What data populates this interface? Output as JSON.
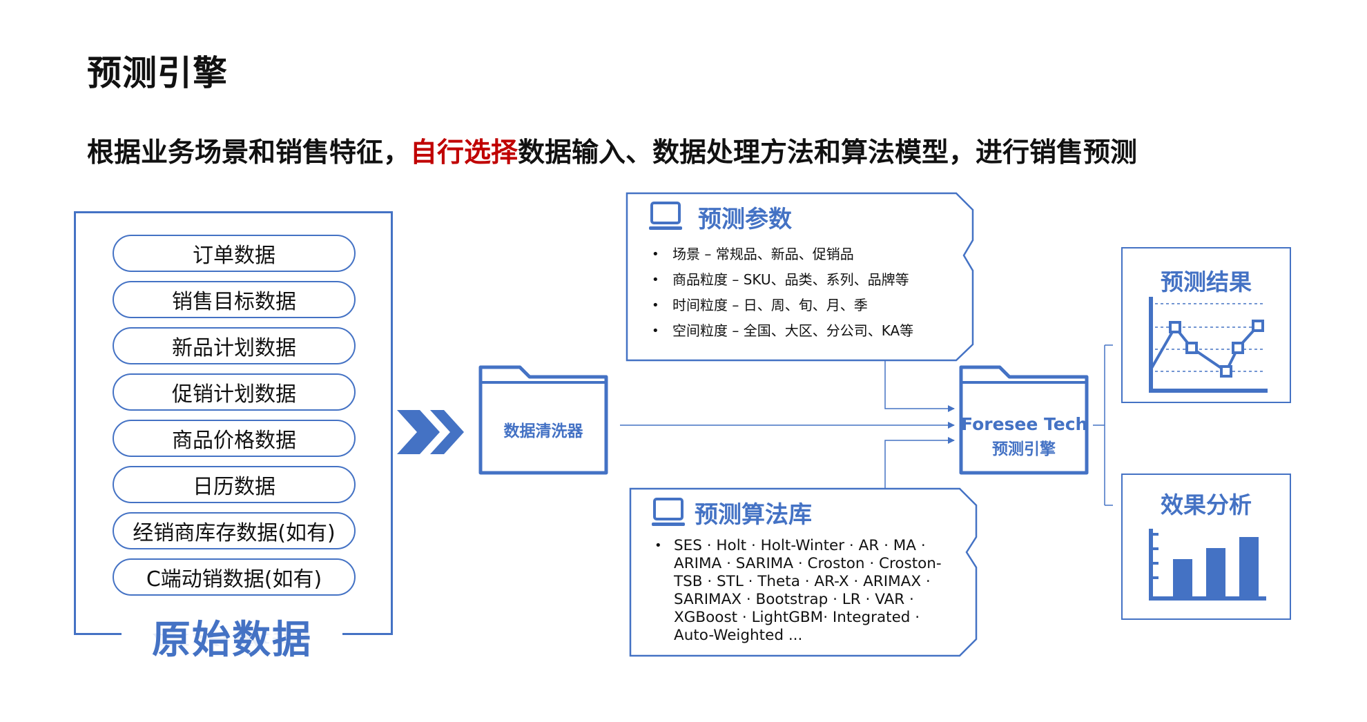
{
  "title": "预测引擎",
  "subtitle": {
    "part1": "根据业务场景和销售特征，",
    "highlight": "自行选择",
    "part2": "数据输入、数据处理方法和算法模型，进行销售预测"
  },
  "raw_data": {
    "label": "原始数据",
    "items": [
      "订单数据",
      "销售目标数据",
      "新品计划数据",
      "促销计划数据",
      "商品价格数据",
      "日历数据",
      "经销商库存数据(如有)",
      "C端动销数据(如有)"
    ]
  },
  "cleaner": {
    "label": "数据清洗器"
  },
  "params": {
    "title": "预测参数",
    "items": [
      "场景 – 常规品、新品、促销品",
      "商品粒度 – SKU、品类、系列、品牌等",
      "时间粒度 – 日、周、旬、月、季",
      "空间粒度 – 全国、大区、分公司、KA等"
    ]
  },
  "algorithms": {
    "title": "预测算法库",
    "text": "SES · Holt · Holt-Winter · AR · MA · ARIMA · SARIMA · Croston · Croston-TSB · STL · Theta · AR-X · ARIMAX · SARIMAX · Bootstrap · LR · VAR · XGBoost · LightGBM· Integrated · Auto-Weighted ..."
  },
  "engine": {
    "line1": "Foresee Tech",
    "line2": "预测引擎"
  },
  "results": {
    "forecast_title": "预测结果",
    "analysis_title": "效果分析"
  },
  "icons": [
    "chevron-double-right-icon",
    "folder-icon",
    "monitor-icon",
    "line-chart-icon",
    "bar-chart-icon"
  ],
  "colors": {
    "accent": "#4472c4",
    "highlight": "#c00000"
  }
}
